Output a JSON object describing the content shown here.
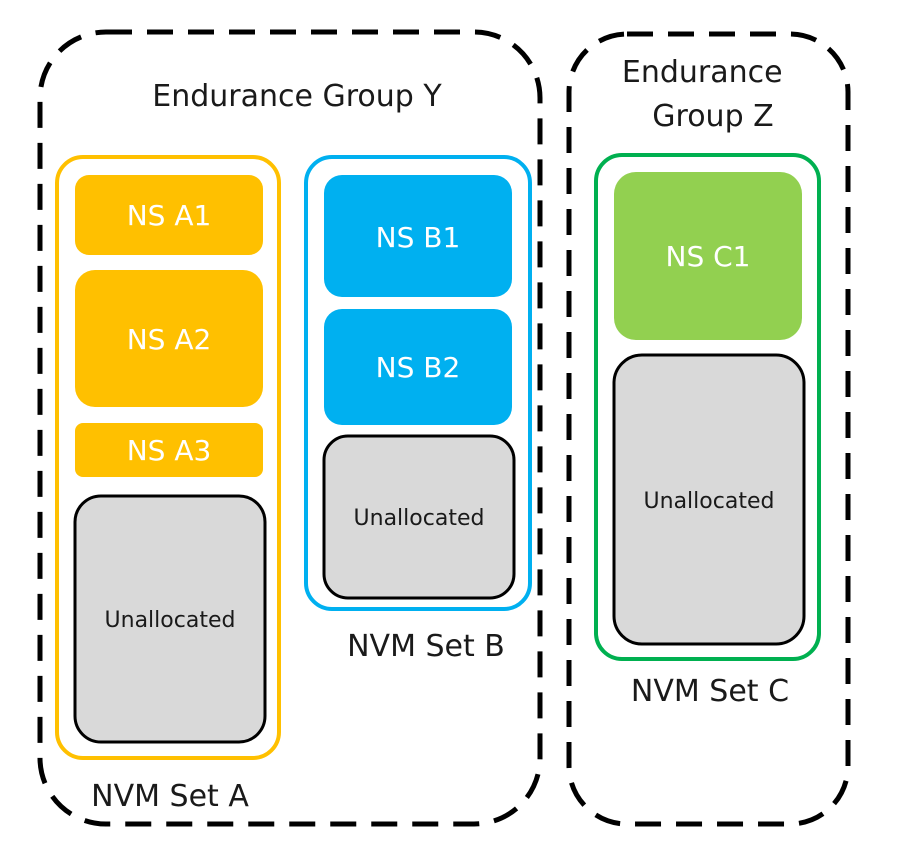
{
  "colors": {
    "nvm_set_a": "#FFC000",
    "nvm_set_b": "#00B0F0",
    "nvm_set_c": "#00B050",
    "ns_c": "#92D050",
    "unallocated": "#D9D9D9",
    "group_border": "#000000"
  },
  "endurance_groups": [
    {
      "label": "Endurance Group Y",
      "nvm_sets": [
        {
          "label": "NVM Set A",
          "namespaces": [
            "NS A1",
            "NS A2",
            "NS A3"
          ],
          "unallocated_label": "Unallocated"
        },
        {
          "label": "NVM Set B",
          "namespaces": [
            "NS B1",
            "NS B2"
          ],
          "unallocated_label": "Unallocated"
        }
      ]
    },
    {
      "label_lines": [
        "Endurance",
        "Group Z"
      ],
      "nvm_sets": [
        {
          "label": "NVM Set C",
          "namespaces": [
            "NS C1"
          ],
          "unallocated_label": "Unallocated"
        }
      ]
    }
  ]
}
